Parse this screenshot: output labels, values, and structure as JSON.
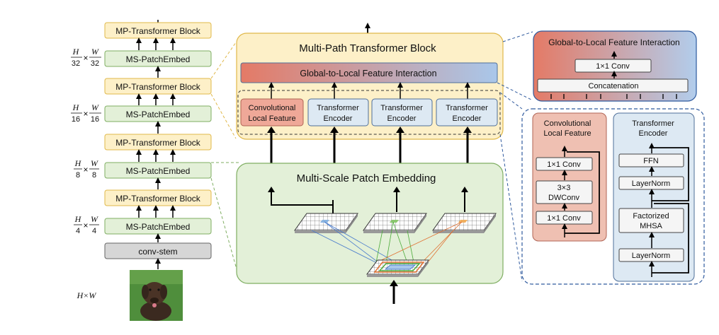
{
  "left_stack": {
    "mp_block": "MP-Transformer Block",
    "ms_patch": "MS-PatchEmbed",
    "conv_stem": "conv-stem"
  },
  "scales": [
    {
      "num": "H",
      "den": "32",
      "times": "×",
      "num2": "W",
      "den2": "32"
    },
    {
      "num": "H",
      "den": "16",
      "times": "×",
      "num2": "W",
      "den2": "16"
    },
    {
      "num": "H",
      "den": "8",
      "times": "×",
      "num2": "W",
      "den2": "8"
    },
    {
      "num": "H",
      "den": "4",
      "times": "×",
      "num2": "W",
      "den2": "4"
    }
  ],
  "input_size": "H×W",
  "mpt": {
    "title": "Multi-Path Transformer Block",
    "gfi": "Global-to-Local Feature Interaction",
    "clf_line1": "Convolutional",
    "clf_line2": "Local Feature",
    "te_line1": "Transformer",
    "te_line2": "Encoder"
  },
  "mspe": {
    "title": "Multi-Scale Patch Embedding"
  },
  "gfi_detail": {
    "title": "Global-to-Local Feature Interaction",
    "conv": "1×1 Conv",
    "concat": "Concatenation"
  },
  "clf_detail": {
    "title1": "Convolutional",
    "title2": "Local Feature",
    "conv1": "1×1  Conv",
    "dw1": "3×3",
    "dw2": "DWConv",
    "conv2": "1×1 Conv"
  },
  "te_detail": {
    "title1": "Transformer",
    "title2": "Encoder",
    "ffn": "FFN",
    "ln": "LayerNorm",
    "mhsa1": "Factorized",
    "mhsa2": "MHSA"
  },
  "colors": {
    "yellow_fill": "#fdf0c8",
    "yellow_border": "#e0b84a",
    "green_fill": "#e3f0d8",
    "green_border": "#7fae62",
    "blue_fill": "#dde9f3",
    "blue_border": "#4f6f9a",
    "red_fill": "#efc0b2",
    "red_border": "#b06455",
    "gray_fill": "#d6d6d6",
    "dashed": "#2f5a9e"
  }
}
